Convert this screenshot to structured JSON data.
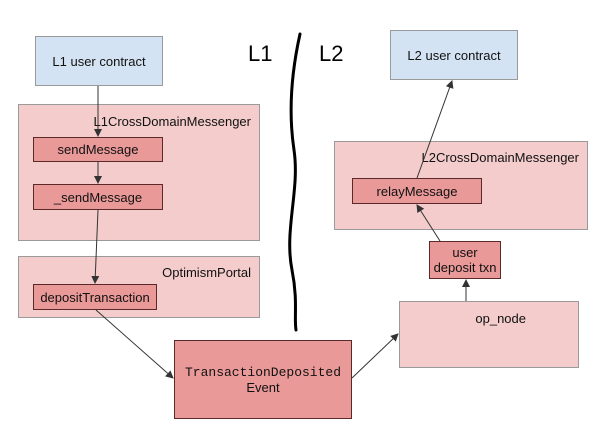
{
  "labels": {
    "l1": "L1",
    "l2": "L2"
  },
  "nodes": {
    "l1_user_contract": "L1 user contract",
    "l1_cross_domain_messenger": "L1CrossDomainMessenger",
    "send_message": "sendMessage",
    "underscore_send_message": "_sendMessage",
    "optimism_portal": "OptimismPortal",
    "deposit_transaction": "depositTransaction",
    "transaction_deposited_line1": "TransactionDeposited",
    "transaction_deposited_line2": "Event",
    "op_node": "op_node",
    "user_deposit_txn_line1": "user",
    "user_deposit_txn_line2": "deposit txn",
    "l2_cross_domain_messenger": "L2CrossDomainMessenger",
    "relay_message": "relayMessage",
    "l2_user_contract": "L2 user contract"
  },
  "colors": {
    "user_contract": "#d4e3f3",
    "container": "#f4cccc",
    "function": "#ea9999"
  }
}
